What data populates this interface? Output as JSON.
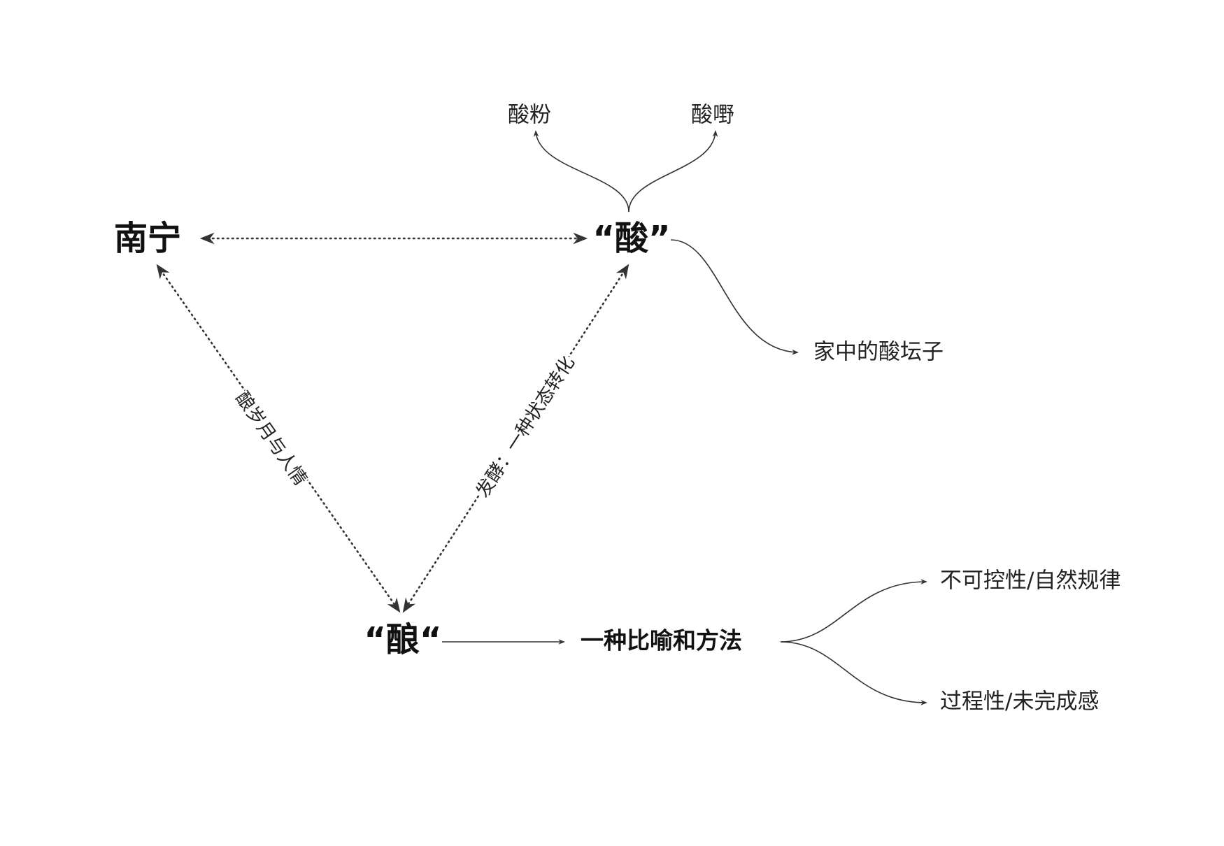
{
  "nodes": {
    "nanning": "南宁",
    "suan": "“酸”",
    "niang": "“酿“",
    "suan_fen": "酸粉",
    "suan_ye": "酸嘢",
    "jar": "家中的酸坛子",
    "metaphor": "一种比喻和方法",
    "uncontrollable": "不可控性/自然规律",
    "process": "过程性/未完成感"
  },
  "edges": {
    "left_label": "酿岁月与人情",
    "right_label": "发酵：一种状态转化"
  },
  "colors": {
    "line": "#333333",
    "text": "#111111"
  }
}
